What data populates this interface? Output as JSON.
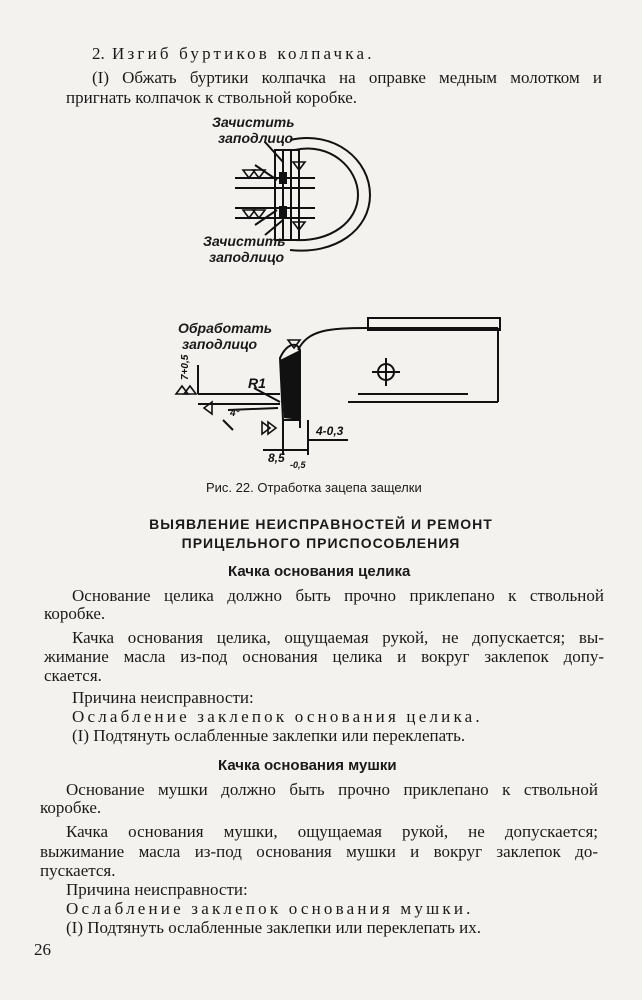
{
  "section_item": {
    "number": "2.",
    "title": "Изгиб буртиков колпачка.",
    "step_line1": "(I) Обжать буртики колпачка на оправке медным молотком и",
    "step_line2": "пригнать колпачок к ствольной коробке."
  },
  "figure_top": {
    "label_upper_1": "Зачистить",
    "label_upper_2": "заподлицо",
    "label_lower_1": "Зачистить",
    "label_lower_2": "заподлицо"
  },
  "figure_bottom": {
    "label_1": "Обработать",
    "label_2": "заподлицо",
    "dim_r": "R1",
    "dim_vert": "7+0,5",
    "dim_angle": "4°",
    "dim_width": "4-0,3",
    "dim_85": "8,5",
    "dim_85_tol": "-0,5"
  },
  "figure_caption": "Рис. 22. Отработка зацепа защелки",
  "heading": {
    "line1": "ВЫЯВЛЕНИЕ НЕИСПРАВНОСТЕЙ И РЕМОНТ",
    "line2": "ПРИЦЕЛЬНОГО ПРИСПОСОБЛЕНИЯ"
  },
  "sub1": {
    "title": "Качка основания целика",
    "p1_l1": "Основание целика должно быть прочно приклепано к ствольной",
    "p1_l2": "коробке.",
    "p2_l1": "Качка основания целика, ощущаемая рукой, не допускается; вы-",
    "p2_l2": "жимание масла из-под основания целика и вокруг заклепок допу-",
    "p2_l3": "скается.",
    "cause_label": "Причина неисправности:",
    "cause": "Ослабление заклепок основания целика.",
    "fix": "(I) Подтянуть ослабленные заклепки или переклепать."
  },
  "sub2": {
    "title": "Качка основания мушки",
    "p1_l1": "Основание мушки должно быть прочно приклепано к ствольной",
    "p1_l2": "коробке.",
    "p2_l1": "Качка основания мушки, ощущаемая рукой, не допускается;",
    "p2_l2": "выжимание масла из-под основания мушки и вокруг заклепок до-",
    "p2_l3": "пускается.",
    "cause_label": "Причина неисправности:",
    "cause": "Ослабление заклепок основания мушки.",
    "fix": "(I) Подтянуть ослабленные заклепки или переклепать их."
  },
  "page_number": "26"
}
